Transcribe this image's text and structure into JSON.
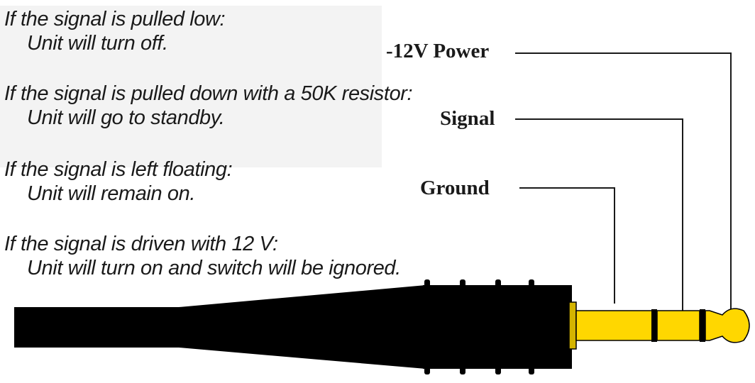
{
  "conditions": [
    {
      "condition": "If the signal is pulled low:",
      "result": "Unit will turn off."
    },
    {
      "condition": "If the signal is pulled down with a 50K resistor:",
      "result": "Unit will go to standby."
    },
    {
      "condition": "If the signal is left floating:",
      "result": "Unit will remain on."
    },
    {
      "condition": "If the signal is driven with 12 V:",
      "result": "Unit will turn on and switch will be ignored."
    }
  ],
  "labels": {
    "power": "-12V Power",
    "signal": "Signal",
    "ground": "Ground"
  },
  "colors": {
    "cable": "#000000",
    "plug_metal": "#ffd700",
    "leader_line": "#1a1a1a",
    "note_panel": "#f3f3f3"
  }
}
